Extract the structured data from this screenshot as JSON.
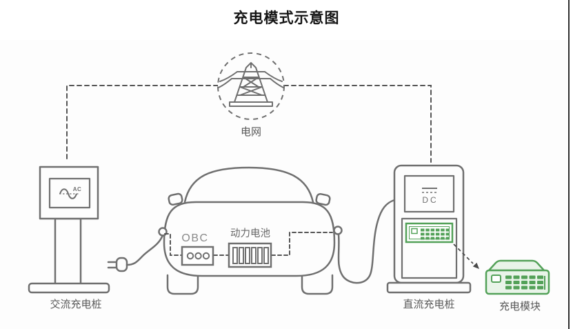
{
  "title": "充电模式示意图",
  "grid": {
    "label": "电网"
  },
  "ac_station": {
    "label": "交流充电桩",
    "screen_text": "AC"
  },
  "car": {
    "obc": "OBC",
    "battery": "动力电池"
  },
  "dc_station": {
    "label": "直流充电桩",
    "screen_text": "DC"
  },
  "charge_module": {
    "label": "充电模块"
  },
  "colors": {
    "outline": "#6f6f6f",
    "dash": "#555555",
    "green": "#53a158",
    "green_fill": "#e9f4e9",
    "label_text": "#585858",
    "title_text": "#141414"
  }
}
